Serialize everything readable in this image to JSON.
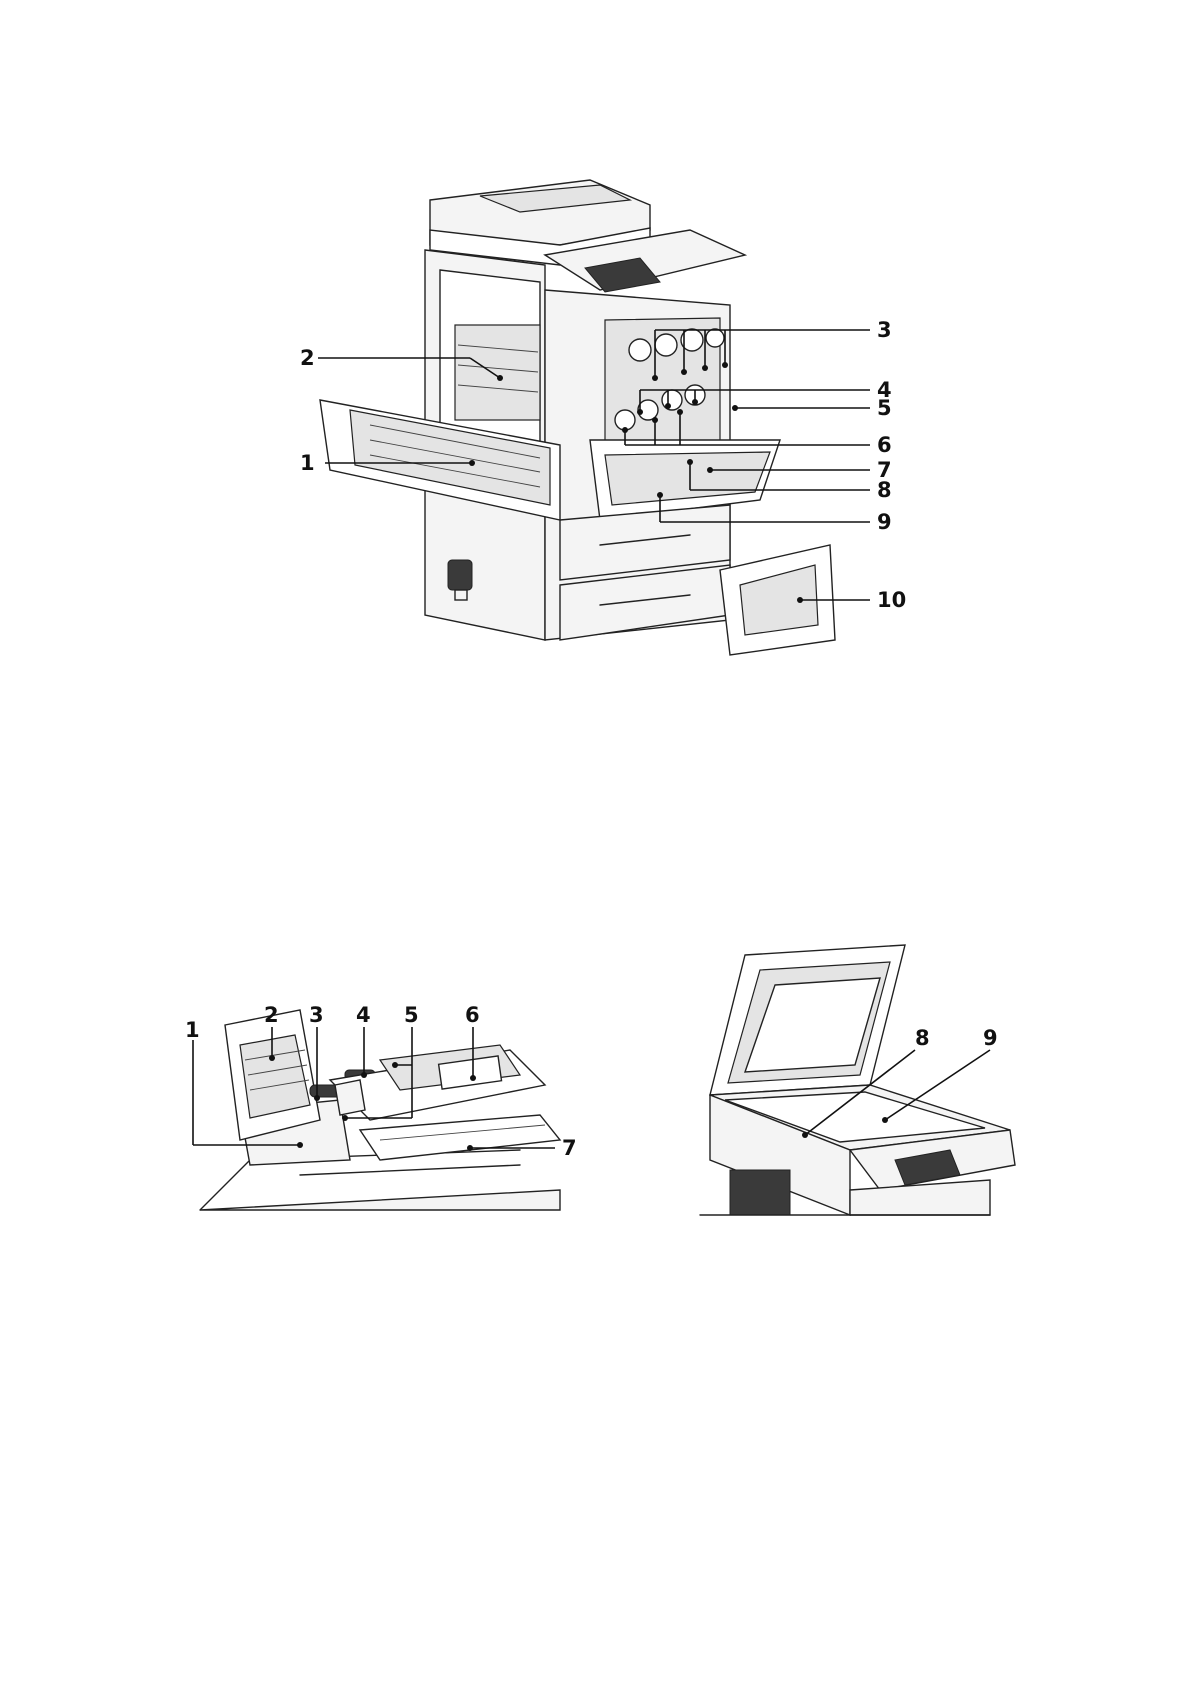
{
  "figure_top": {
    "callouts": [
      "1",
      "2",
      "3",
      "4",
      "5",
      "6",
      "7",
      "8",
      "9",
      "10"
    ]
  },
  "figure_adf": {
    "callouts": [
      "1",
      "2",
      "3",
      "4",
      "5",
      "6",
      "7"
    ]
  },
  "figure_glass": {
    "callouts": [
      "8",
      "9"
    ]
  },
  "colors": {
    "ink": "#111111",
    "background": "#ffffff"
  }
}
